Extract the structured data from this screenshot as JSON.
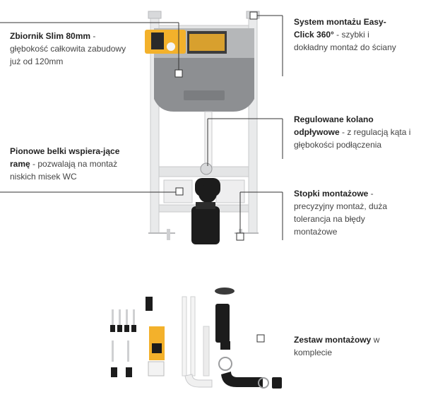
{
  "callouts": {
    "tank": {
      "title": "Zbiornik Slim 80mm",
      "rest": " - głębokość całkowita zabudowy już od 120mm"
    },
    "mount": {
      "title": "System montażu Easy-Click 360°",
      "rest": " - szybki i dokładny montaż do ściany"
    },
    "elbow": {
      "title": "Regulowane kolano odpływowe",
      "rest": " - z regulacją kąta i głębokości podłączenia"
    },
    "beams": {
      "title": "Pionowe belki wspiera-jące ramę",
      "rest": " - pozwalają na montaż niskich misek WC"
    },
    "feet": {
      "title": "Stopki montażowe",
      "rest": " - precyzyjny montaż, duża tolerancja na błędy montażowe"
    },
    "kit": {
      "title": "Zestaw montażowy",
      "rest": " w komplecie"
    }
  },
  "colors": {
    "frame": "#e9eaeb",
    "tank": "#8d8f92",
    "valve_yellow": "#f3b12b",
    "pipe_black": "#1c1c1c",
    "line": "#333333"
  }
}
